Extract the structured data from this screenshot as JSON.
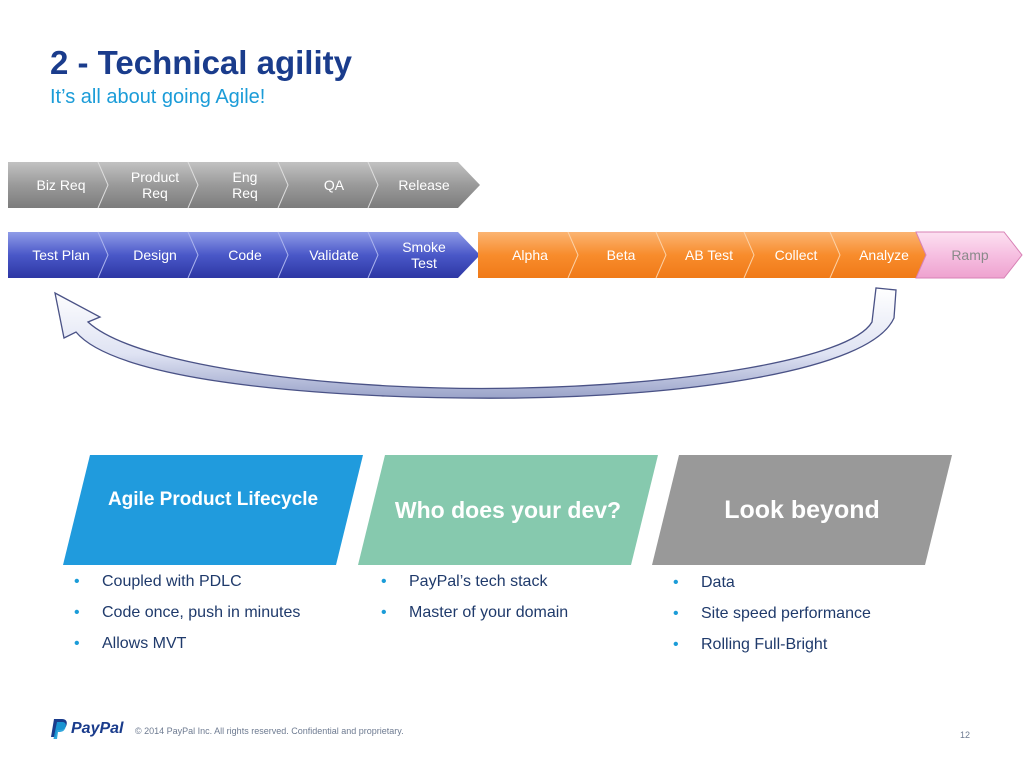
{
  "slide": {
    "title": "2 - Technical agility",
    "subtitle": "It’s all about going Agile!",
    "page_number": "12"
  },
  "process": {
    "row1": [
      "Biz Req",
      "Product\nReq",
      "Eng\nReq",
      "QA",
      "Release"
    ],
    "row2_blue": [
      "Test Plan",
      "Design",
      "Code",
      "Validate",
      "Smoke\nTest"
    ],
    "row2_orange": [
      "Alpha",
      "Beta",
      "AB Test",
      "Collect",
      "Analyze"
    ],
    "row2_pink": [
      "Ramp"
    ]
  },
  "cards": [
    {
      "title": "Agile Product Lifecycle",
      "bullets": [
        "Coupled with PDLC",
        "Code once, push in minutes",
        "Allows MVT"
      ]
    },
    {
      "title": "Who does your dev?",
      "bullets": [
        "PayPal’s tech stack",
        "Master of your domain"
      ]
    },
    {
      "title": "Look beyond",
      "bullets": [
        "Data",
        "Site speed performance",
        "Rolling Full-Bright"
      ]
    }
  ],
  "colors": {
    "grey_row": "#8a8a8a",
    "blue_row": "#3a47b8",
    "orange_row": "#f7892a",
    "pink_row": "#f6bde0",
    "card_blue": "#209bdd",
    "card_green": "#86c9ae",
    "card_grey": "#999999",
    "title": "#1a3c8c",
    "subtitle": "#1b9cd8"
  },
  "footer": {
    "logo_text": "PayPal",
    "logo_icon": "paypal-p-icon",
    "copyright": "© 2014 PayPal Inc. All rights reserved. Confidential and proprietary."
  }
}
